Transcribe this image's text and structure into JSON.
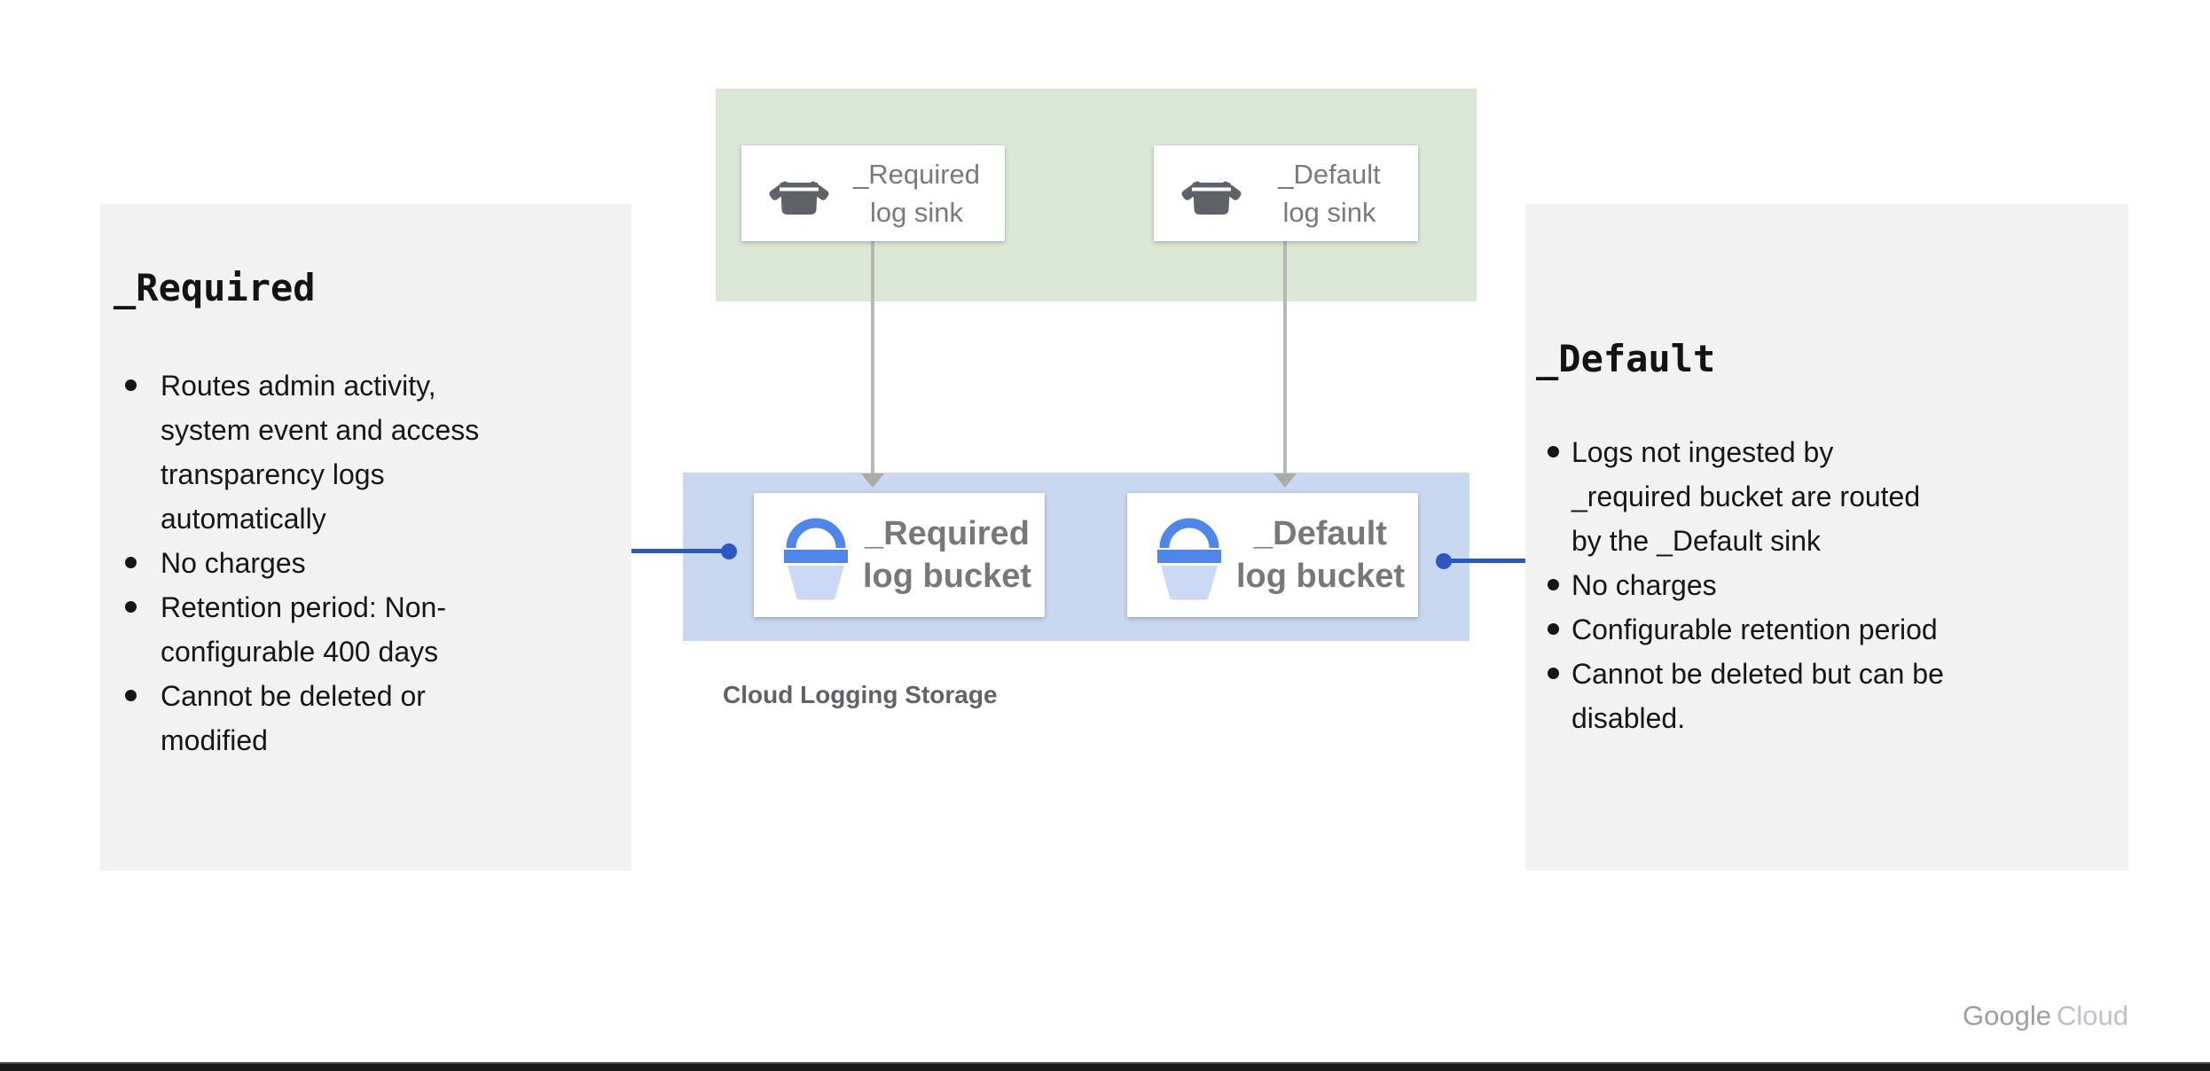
{
  "title": "Cloud Logging buckets diagram",
  "colors": {
    "sink_group_bg": "#DCE8D6",
    "bucket_group_bg": "#C9D7F1",
    "panel_bg": "#F2F2F2",
    "connector_blue": "#2B59C3",
    "arrow_gray": "#B6B8B6",
    "sink_icon_gray": "#5F6368",
    "bucket_blue": "#4E86EC",
    "bucket_body_blue": "#CBD9F4",
    "card_text_gray": "#797A7C",
    "storage_label_gray": "#5F6368",
    "footer_bar": "#17191B"
  },
  "icons": {
    "sink": "log-sink-icon (open box)",
    "bucket": "log-bucket-icon (bucket)",
    "arrow": "arrow-down-icon",
    "connector": "connector-dot"
  },
  "diagram": {
    "sinks": [
      {
        "line1": "_Required",
        "line2": "log sink"
      },
      {
        "line1": "_Default",
        "line2": "log sink"
      }
    ],
    "buckets": [
      {
        "line1": "_Required",
        "line2": "log bucket"
      },
      {
        "line1": "_Default",
        "line2": "log bucket"
      }
    ],
    "storage_label": "Cloud Logging Storage"
  },
  "panels": {
    "left": {
      "title": "_Required",
      "bullets": [
        "Routes admin activity, system event and access transparency logs automatically",
        "No charges",
        "Retention period: Non-configurable 400 days",
        "Cannot be deleted or modified"
      ]
    },
    "right": {
      "title": "_Default",
      "bullets": [
        "Logs not ingested by _required bucket are routed by the _Default sink",
        "No charges",
        "Configurable retention period",
        "Cannot be deleted but can be disabled."
      ]
    }
  },
  "footer": {
    "brand_primary": "Google",
    "brand_secondary": "Cloud"
  }
}
